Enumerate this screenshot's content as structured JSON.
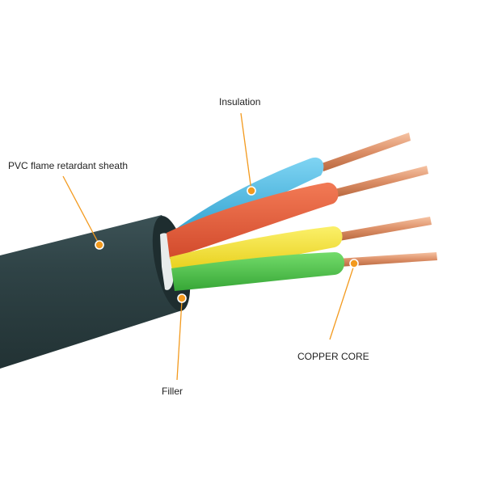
{
  "labels": {
    "sheath": "PVC flame retardant sheath",
    "insulation": "Insulation",
    "filler": "Filler",
    "copper_core": "COPPER CORE"
  },
  "colors": {
    "sheath": "#2f4346",
    "sheath_end": "#1c2a2c",
    "blue_insulation": "#3fb4de",
    "red_insulation": "#e5583a",
    "yellow_insulation": "#f2e02a",
    "green_insulation": "#4bc24a",
    "copper": "#dc8f67",
    "callout": "#f39a1e"
  }
}
